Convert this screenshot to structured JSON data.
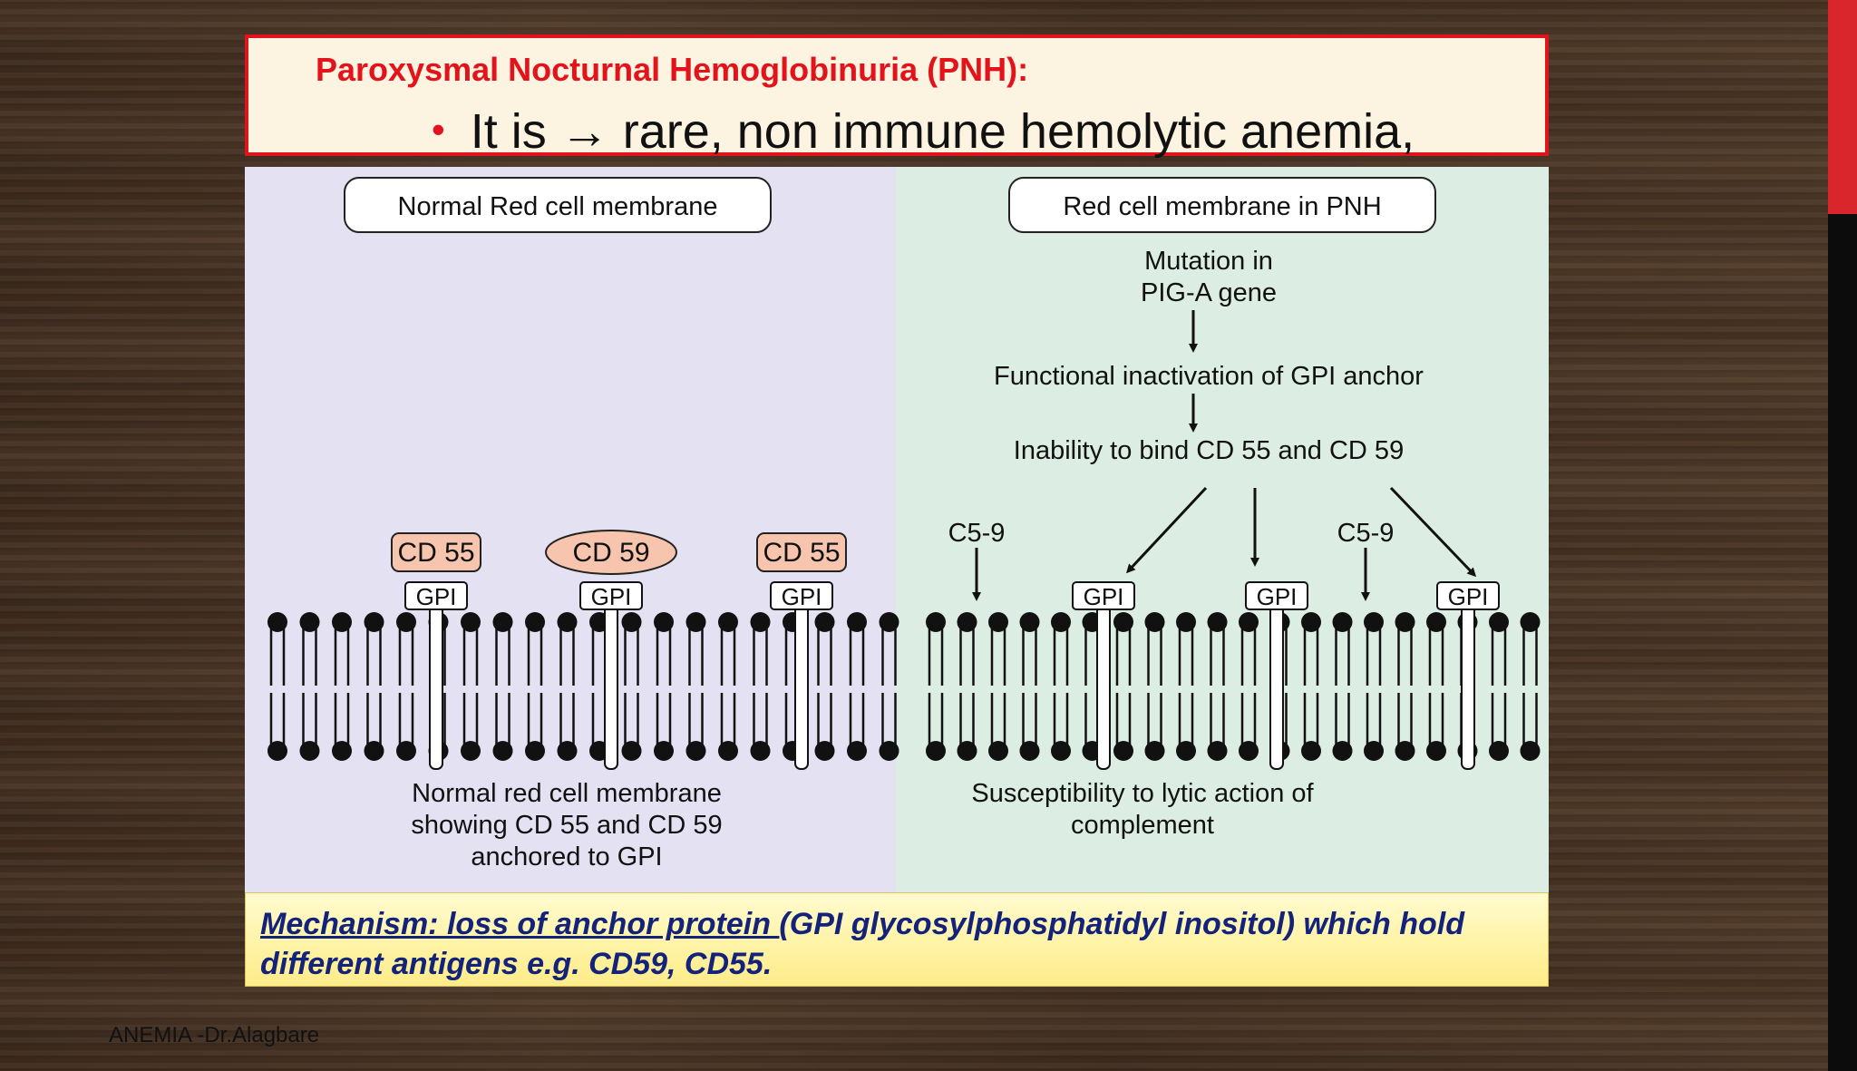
{
  "slide": {
    "title": "Paroxysmal Nocturnal Hemoglobinuria (PNH):",
    "bullet": "It is →  rare, non immune hemolytic anemia,",
    "footer_underlined": "Mechanism: loss of anchor protein ",
    "footer_rest": "(GPI glycosylphosphatidyl inositol) which hold different antigens e.g. CD59, CD55.",
    "credit": "ANEMIA -Dr.Alagbare"
  },
  "diagram": {
    "left": {
      "header": "Normal Red cell membrane",
      "cd_labels": [
        "CD 55",
        "CD 59",
        "CD 55"
      ],
      "gpi_label": "GPI",
      "caption_lines": [
        "Normal red cell membrane",
        "showing CD 55 and CD 59",
        "anchored to GPI"
      ]
    },
    "right": {
      "header": "Red cell membrane in PNH",
      "steps": [
        "Mutation in",
        "PIG-A gene",
        "Functional inactivation of GPI anchor",
        "Inability to bind CD 55 and CD 59"
      ],
      "complement_label": "C5-9",
      "gpi_label": "GPI",
      "caption_lines": [
        "Susceptibility to lytic action of",
        "complement"
      ]
    },
    "colors": {
      "left_bg": "#e3e1f2",
      "right_bg": "#dcede4",
      "cd_fill": "#f7c5ad",
      "title_red": "#e3131b",
      "footer_text": "#13237a"
    }
  }
}
